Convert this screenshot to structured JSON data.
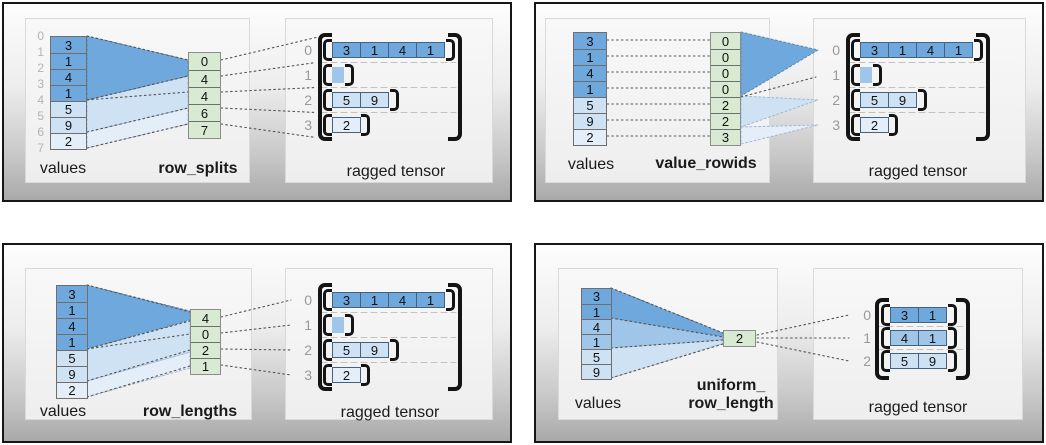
{
  "colors": {
    "dark_blue": "#6fa8dc",
    "medium_blue": "#9fc5e8",
    "light_blue": "#cfe2f3",
    "pale_blue": "#e4eef9",
    "green": "#d9ead3"
  },
  "p1": {
    "values_label": "values",
    "method_label": "row_splits",
    "ragged_label": "ragged tensor",
    "indices": [
      "0",
      "1",
      "2",
      "3",
      "4",
      "5",
      "6",
      "7"
    ],
    "values": [
      "3",
      "1",
      "4",
      "1",
      "5",
      "9",
      "2"
    ],
    "method": [
      "0",
      "4",
      "4",
      "6",
      "7"
    ],
    "row_indices": [
      "0",
      "1",
      "2",
      "3"
    ],
    "r0": [
      "3",
      "1",
      "4",
      "1"
    ],
    "r2": [
      "5",
      "9"
    ],
    "r3": [
      "2"
    ]
  },
  "p2": {
    "values_label": "values",
    "method_label": "value_rowids",
    "ragged_label": "ragged tensor",
    "values": [
      "3",
      "1",
      "4",
      "1",
      "5",
      "9",
      "2"
    ],
    "method": [
      "0",
      "0",
      "0",
      "0",
      "2",
      "2",
      "3"
    ],
    "row_indices": [
      "0",
      "1",
      "2",
      "3"
    ],
    "r0": [
      "3",
      "1",
      "4",
      "1"
    ],
    "r2": [
      "5",
      "9"
    ],
    "r3": [
      "2"
    ]
  },
  "p3": {
    "values_label": "values",
    "method_label": "row_lengths",
    "ragged_label": "ragged tensor",
    "values": [
      "3",
      "1",
      "4",
      "1",
      "5",
      "9",
      "2"
    ],
    "method": [
      "4",
      "0",
      "2",
      "1"
    ],
    "row_indices": [
      "0",
      "1",
      "2",
      "3"
    ],
    "r0": [
      "3",
      "1",
      "4",
      "1"
    ],
    "r2": [
      "5",
      "9"
    ],
    "r3": [
      "2"
    ]
  },
  "p4": {
    "values_label": "values",
    "method_label_line1": "uniform_",
    "method_label_line2": "row_length",
    "ragged_label": "ragged tensor",
    "values": [
      "3",
      "1",
      "4",
      "1",
      "5",
      "9"
    ],
    "method": [
      "2"
    ],
    "row_indices": [
      "0",
      "1",
      "2"
    ],
    "r0": [
      "3",
      "1"
    ],
    "r1": [
      "4",
      "1"
    ],
    "r2": [
      "5",
      "9"
    ]
  }
}
